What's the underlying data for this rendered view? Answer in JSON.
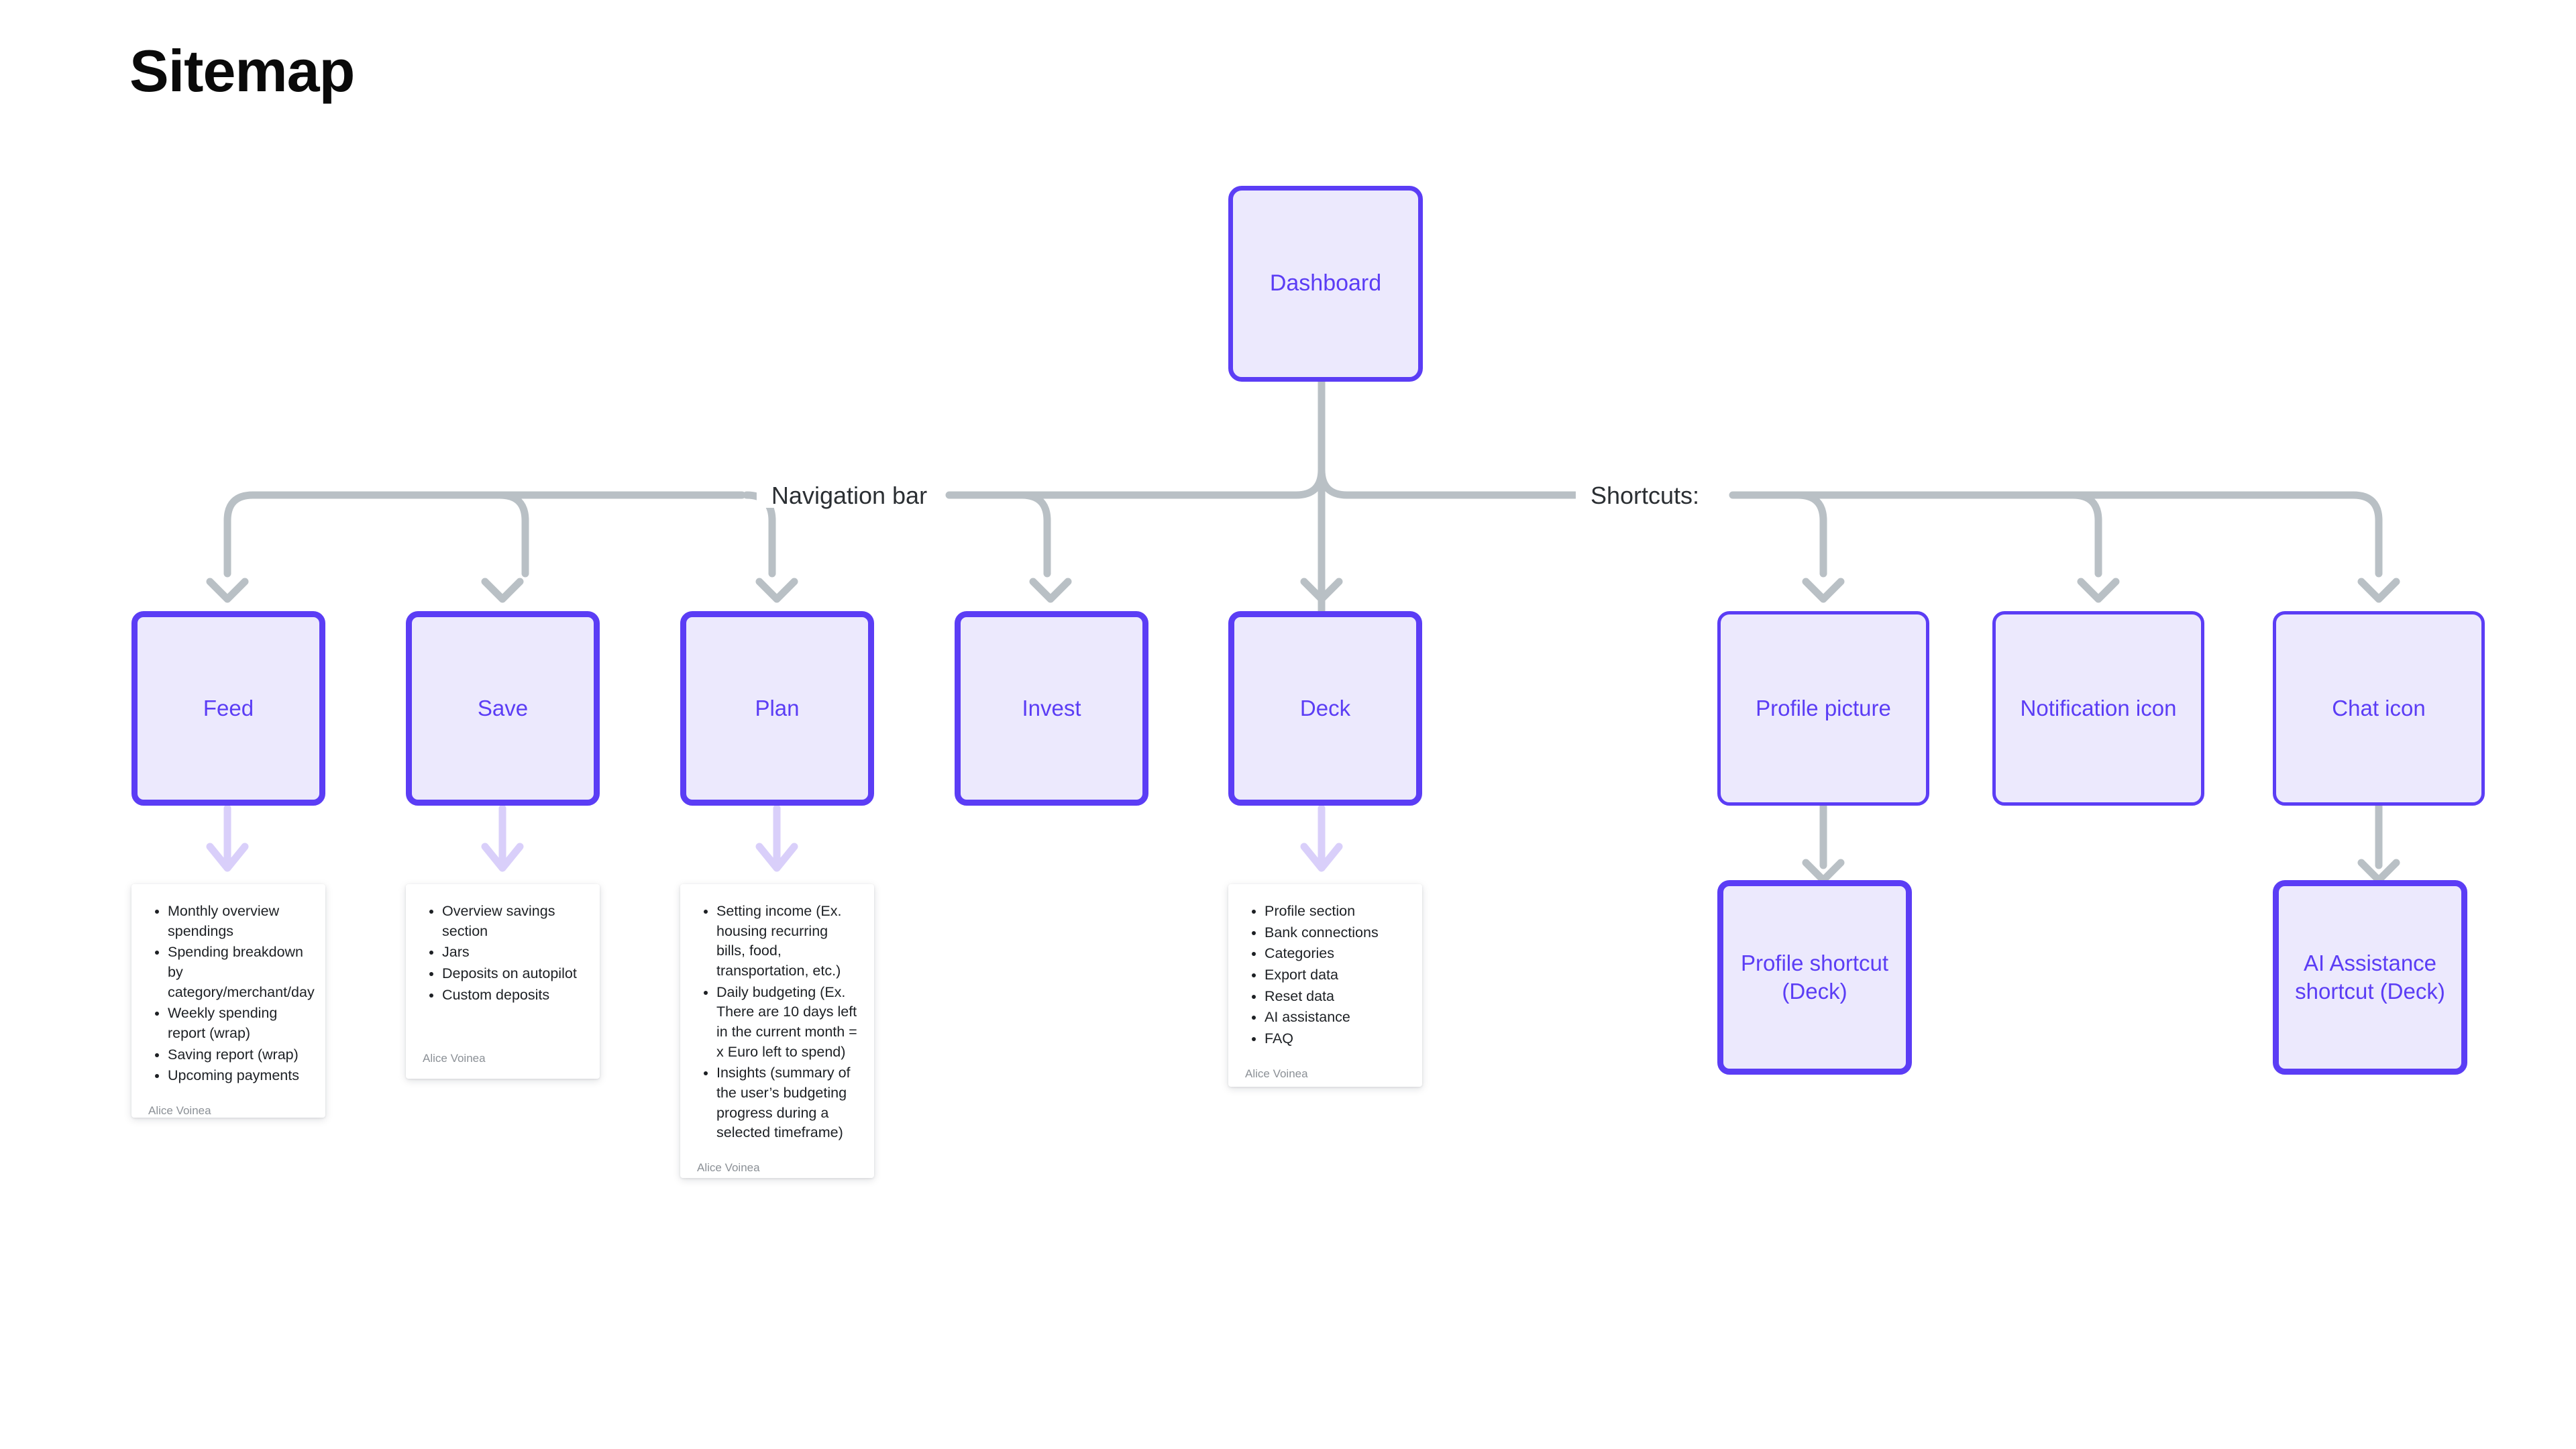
{
  "page": {
    "title": "Sitemap",
    "background": "#ffffff",
    "accent": "#5b3df5",
    "node_fill": "#ece9fd",
    "connector_color": "#b9c0c5",
    "soft_arrow_color": "#d9cffa",
    "author": "Alice Voinea"
  },
  "root": {
    "label": "Dashboard"
  },
  "bus_labels": {
    "navigation": "Navigation bar",
    "shortcuts": "Shortcuts:"
  },
  "nav_nodes": [
    {
      "label": "Feed"
    },
    {
      "label": "Save"
    },
    {
      "label": "Plan"
    },
    {
      "label": "Invest"
    },
    {
      "label": "Deck"
    }
  ],
  "shortcut_nodes": [
    {
      "label": "Profile picture"
    },
    {
      "label": "Notification icon"
    },
    {
      "label": "Chat icon"
    }
  ],
  "shortcut_children": [
    {
      "label": "Profile shortcut (Deck)"
    },
    {
      "label": "AI Assistance shortcut (Deck)"
    }
  ],
  "cards": [
    {
      "owner": "Feed",
      "author": "Alice Voinea",
      "items": [
        "Monthly overview spendings",
        "Spending breakdown by category/merchant/day",
        "Weekly spending report (wrap)",
        "Saving report (wrap)",
        "Upcoming payments"
      ]
    },
    {
      "owner": "Save",
      "author": "Alice Voinea",
      "items": [
        "Overview savings section",
        "Jars",
        "Deposits on autopilot",
        "Custom deposits"
      ]
    },
    {
      "owner": "Plan",
      "author": "Alice Voinea",
      "items": [
        "Setting income (Ex. housing recurring bills, food, transportation, etc.)",
        "Daily budgeting (Ex. There are 10 days left in the current month = x Euro left to spend)",
        "Insights (summary of the user’s budgeting progress during a selected timeframe)"
      ]
    },
    {
      "owner": "Deck",
      "author": "Alice Voinea",
      "items": [
        "Profile section",
        "Bank connections",
        "Categories",
        "Export data",
        "Reset data",
        "AI assistance",
        "FAQ"
      ]
    }
  ]
}
